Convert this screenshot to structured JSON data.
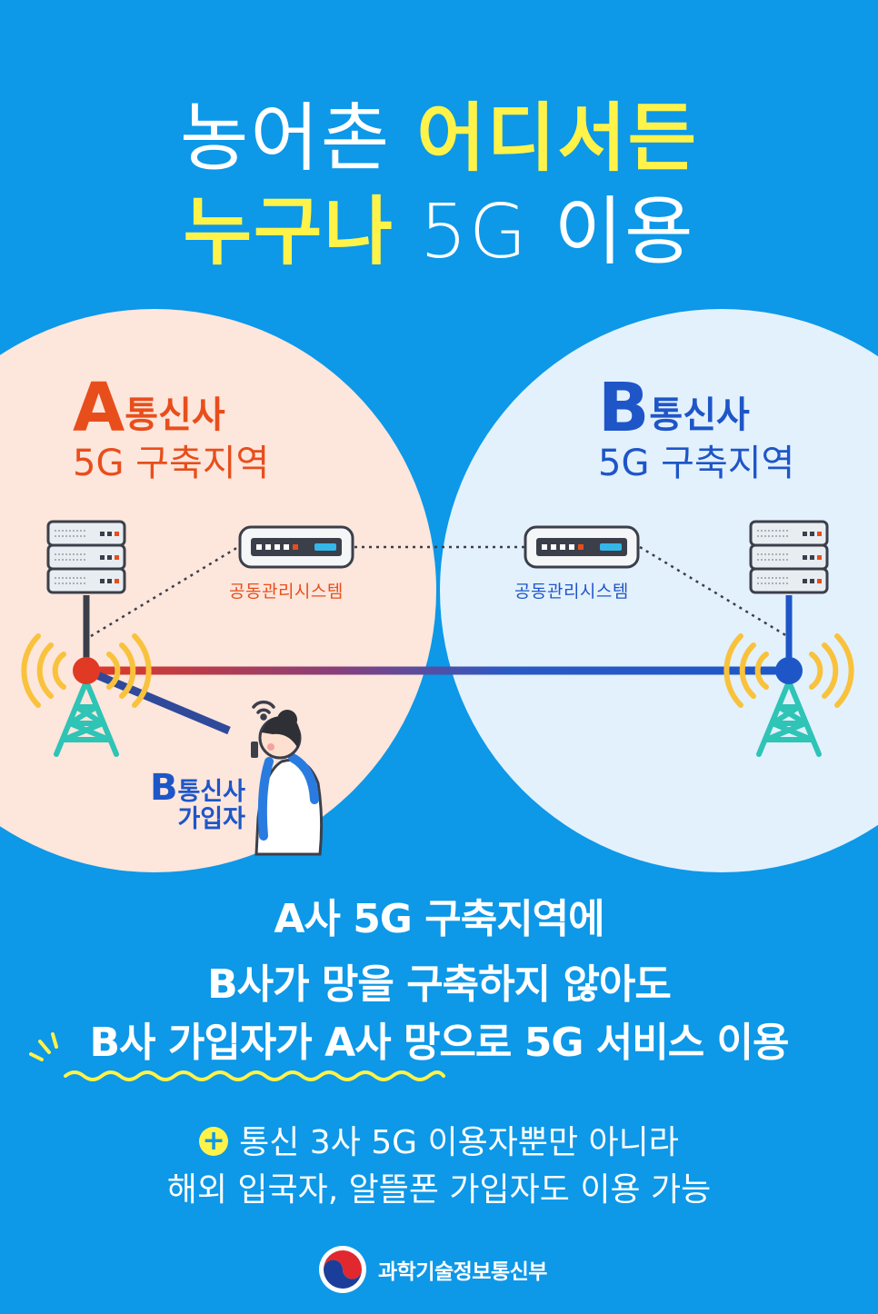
{
  "title": {
    "line1_light": "농어촌",
    "line1_highlight": "어디서든",
    "line2_highlight": "누구나",
    "line2_light": "5G 이용"
  },
  "zone_a": {
    "letter": "A",
    "carrier": "통신사",
    "subtitle": "5G 구축지역"
  },
  "zone_b": {
    "letter": "B",
    "carrier": "통신사",
    "subtitle": "5G 구축지역"
  },
  "mgmt_system_a": {
    "label": "공동관리시스템"
  },
  "mgmt_system_b": {
    "label": "공동관리시스템"
  },
  "subscriber": {
    "letter": "B",
    "carrier": "통신사",
    "line2": "가입자"
  },
  "message": {
    "line1": "A사 5G 구축지역에",
    "line2": "B사가 망을 구축하지 않아도",
    "line3": "B사 가입자가 A사 망으로 5G 서비스 이용"
  },
  "note": {
    "icon": "plus-icon",
    "line1": "통신 3사 5G 이용자뿐만 아니라",
    "line2": "해외 입국자, 알뜰폰 가입자도 이용 가능"
  },
  "footer": {
    "ministry": "과학기술정보통신부",
    "icon": "taegeuk-logo"
  },
  "colors": {
    "background": "#0d98e8",
    "highlight": "#fff349",
    "carrier_a": "#e84e1b",
    "carrier_b": "#1e56c8",
    "zone_a_fill": "#fde6dc",
    "zone_b_fill": "#e3f1fd",
    "tower": "#2ec4b6",
    "signal": "#f9c23c"
  }
}
